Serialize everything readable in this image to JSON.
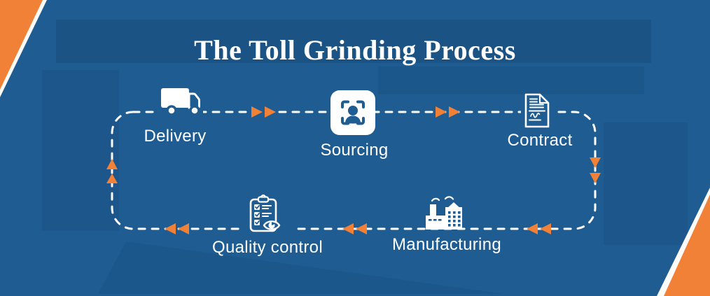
{
  "title": "The Toll Grinding Process",
  "steps": [
    {
      "label": "Delivery",
      "icon": "delivery-truck-icon"
    },
    {
      "label": "Sourcing",
      "icon": "sourcing-person-scan-icon"
    },
    {
      "label": "Contract",
      "icon": "contract-document-icon"
    },
    {
      "label": "Manufacturing",
      "icon": "factory-icon"
    },
    {
      "label": "Quality control",
      "icon": "quality-inspection-icon"
    }
  ],
  "flow": {
    "direction": "clockwise",
    "sequence": [
      "Delivery",
      "Sourcing",
      "Contract",
      "Manufacturing",
      "Quality control"
    ]
  },
  "colors": {
    "background_blue": "#1f5c92",
    "accent_orange": "#f08137",
    "path_white": "#ffffff"
  }
}
